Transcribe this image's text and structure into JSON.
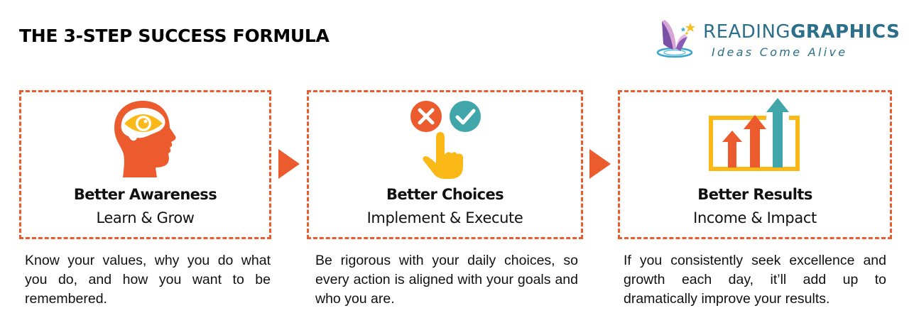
{
  "title": "THE 3-STEP SUCCESS FORMULA",
  "logo": {
    "brand_light": "READING",
    "brand_bold": "GRAPHICS",
    "tagline": "Ideas Come Alive",
    "icon": "book-stars-icon"
  },
  "colors": {
    "accent_orange": "#eb5b2d",
    "teal": "#41a6a9",
    "yellow": "#fbb917",
    "brand_blue": "#2b6f8a"
  },
  "steps": [
    {
      "icon": "head-eye-icon",
      "heading": "Better Awareness",
      "subheading": "Learn & Grow",
      "description": "Know your values, why you do what you do, and how you want to be remembered."
    },
    {
      "icon": "choice-hand-icon",
      "heading": "Better Choices",
      "subheading": "Implement & Execute",
      "description": "Be rigorous with your daily choices, so every action is aligned with your goals and who you are."
    },
    {
      "icon": "growth-chart-icon",
      "heading": "Better Results",
      "subheading": "Income & Impact",
      "description": "If you consistently seek excellence and growth each day, it’ll add up to dramatically improve your results."
    }
  ],
  "connectors": [
    "arrow-right-icon",
    "arrow-right-icon"
  ]
}
